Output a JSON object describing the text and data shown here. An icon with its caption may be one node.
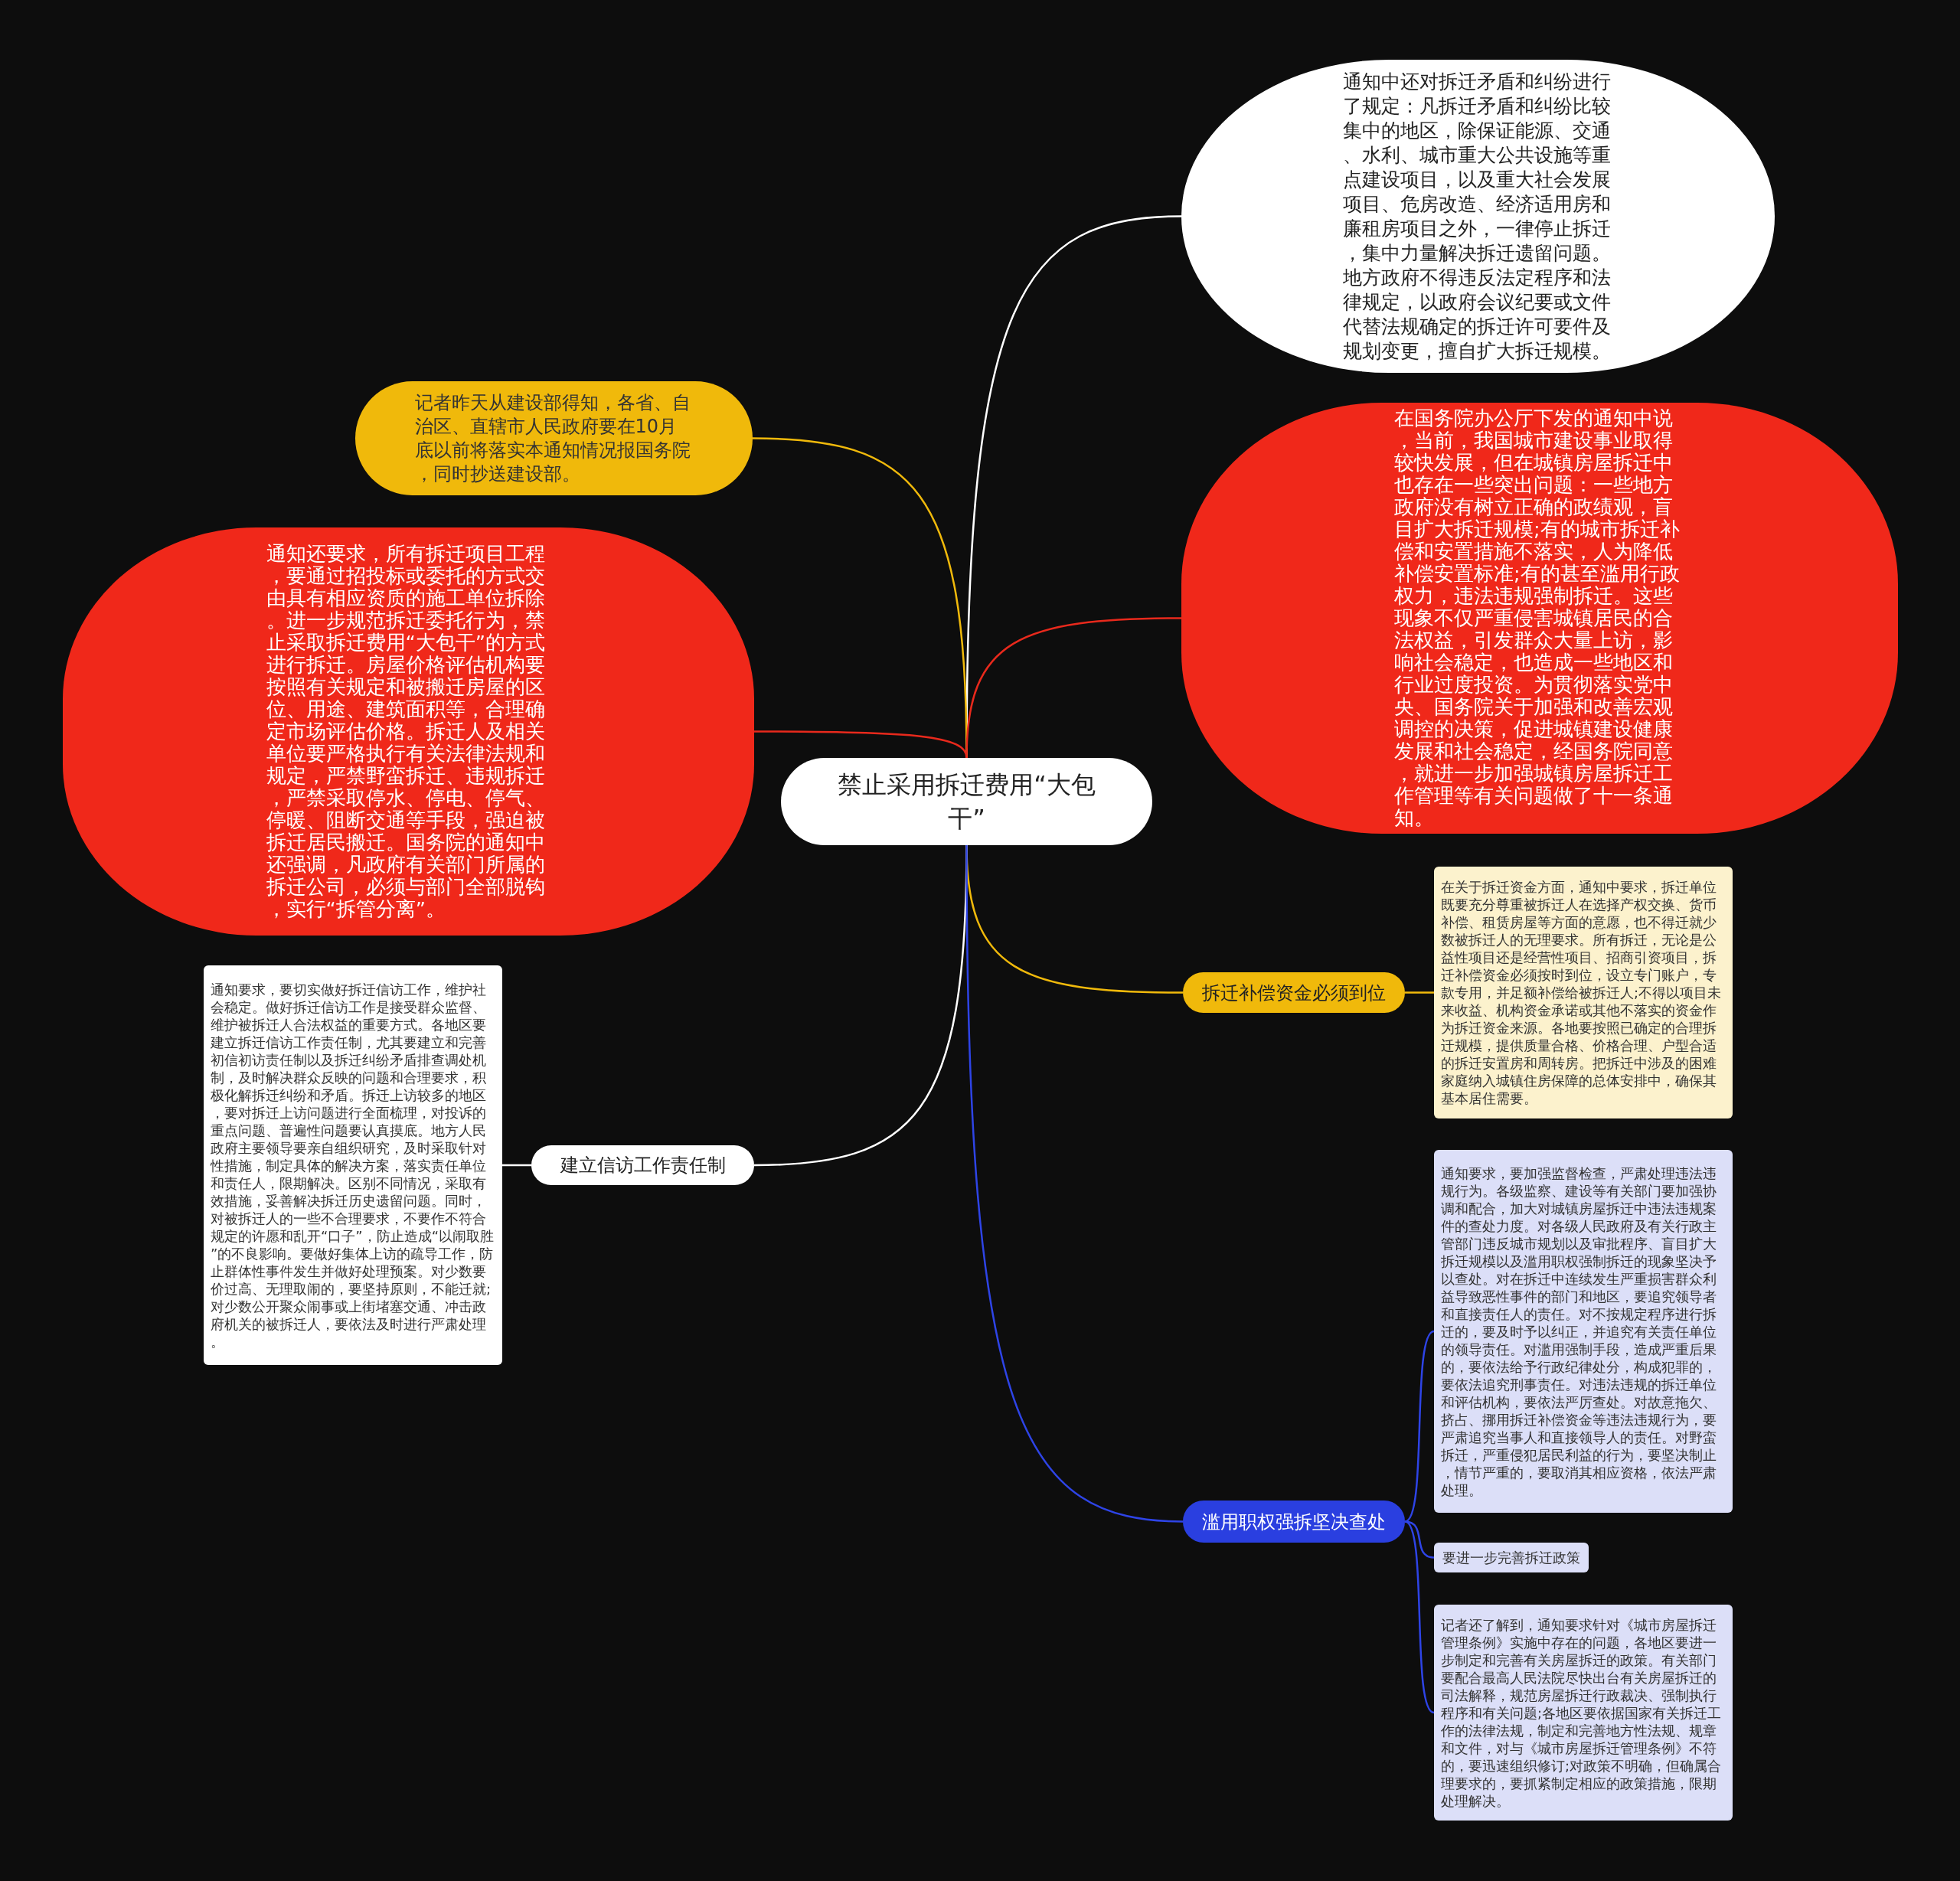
{
  "diagram": {
    "nodes": [
      {
        "text": [
          "禁止采用拆迁费用“大包干”"
        ]
      },
      {
        "text": [
          "通知中还对拆迁矛盾和纠纷进行了规定：凡拆迁矛盾和纠纷比较集中的地区，除保证能源、交通、水利、城市重大公共设施等重点建设项目，以及重大社会发展项目、危房改造、经济适用房和廉租房项目之外，一律停止拆迁，集中力量解决拆迁遗留问题。地方政府不得违反法定程序和法律规定，以政府会议纪要或文件代替法规确定的拆迁许可要件及规划变更，擅自扩大拆迁规模。"
        ]
      },
      {
        "text": [
          "记者昨天从建设部得知，各省、自治区、直辖市人民政府要在10月底以前将落实本通知情况报国务院，同时抄送建设部。"
        ]
      },
      {
        "text": [
          "在国务院办公厅下发的通知中说，当前，我国城市建设事业取得较快发展，但在城镇房屋拆迁中也存在一些突出问题：一些地方政府没有树立正确的政绩观，盲目扩大拆迁规模;有的城市拆迁补偿和安置措施不落实，人为降低补偿安置标准;有的甚至滥用行政权力，违法违规强制拆迁。这些现象不仅严重侵害城镇居民的合法权益，引发群众大量上访，影响社会稳定，也造成一些地区和行业过度投资。为贯彻落实党中央、国务院关于加强和改善宏观调控的决策，促进城镇建设健康发展和社会稳定，经国务院同意，就进一步加强城镇房屋拆迁工作管理等有关问题做了十一条通知。"
        ]
      },
      {
        "text": [
          "通知还要求，所有拆迁项目工程，要通过招投标或委托的方式交由具有相应资质的施工单位拆除。进一步规范拆迁委托行为，禁止采取拆迁费用“大包干”的方式进行拆迁。房屋价格评估机构要按照有关规定和被搬迁房屋的区位、用途、建筑面积等，合理确定市场评估价格。拆迁人及相关单位要严格执行有关法律法规和规定，严禁野蛮拆迁、违规拆迁，严禁采取停水、停电、停气、停暖、阻断交通等手段，强迫被拆迁居民搬迁。国务院的通知中还强调，凡政府有关部门所属的拆迁公司，必须与部门全部脱钩，实行“拆管分离”。"
        ]
      },
      {
        "text": [
          "拆迁补偿资金必须到位"
        ]
      },
      {
        "text": [
          "在关于拆迁资金方面，通知中要求，拆迁单位既要充分尊重被拆迁人在选择产权交换、货币补偿、租赁房屋等方面的意愿，也不得迁就少数被拆迁人的无理要求。所有拆迁，无论是公益性项目还是经营性项目、招商引资项目，拆迁补偿资金必须按时到位，设立专门账户，专款专用，并足额补偿给被拆迁人;不得以项目未来收益、机构资金承诺或其他不落实的资金作为拆迁资金来源。各地要按照已确定的合理拆迁规模，提供质量合格、价格合理、户型合适的拆迁安置房和周转房。把拆迁中涉及的困难家庭纳入城镇住房保障的总体安排中，确保其基本居住需要。"
        ]
      },
      {
        "text": [
          "建立信访工作责任制"
        ]
      },
      {
        "text": [
          "通知要求，要切实做好拆迁信访工作，维护社会稳定。做好拆迁信访工作是接受群众监督、维护被拆迁人合法权益的重要方式。各地区要建立拆迁信访工作责任制，尤其要建立和完善初信初访责任制以及拆迁纠纷矛盾排查调处机制，及时解决群众反映的问题和合理要求，积极化解拆迁纠纷和矛盾。拆迁上访较多的地区，要对拆迁上访问题进行全面梳理，对投诉的重点问题、普遍性问题要认真摸底。地方人民政府主要领导要亲自组织研究，及时采取针对性措施，制定具体的解决方案，落实责任单位和责任人，限期解决。区别不同情况，采取有效措施，妥善解决拆迁历史遗留问题。同时，对被拆迁人的一些不合理要求，不要作不符合规定的许愿和乱开“口子”，防止造成“以闹取胜”的不良影响。要做好集体上访的疏导工作，防止群体性事件发生并做好处理预案。对少数要价过高、无理取闹的，要坚持原则，不能迁就;对少数公开聚众闹事或上街堵塞交通、冲击政府机关的被拆迁人，要依法及时进行严肃处理。"
        ]
      },
      {
        "text": [
          "滥用职权强拆坚决查处"
        ]
      },
      {
        "text": [
          "通知要求，要加强监督检查，严肃处理违法违规行为。各级监察、建设等有关部门要加强协调和配合，加大对城镇房屋拆迁中违法违规案件的查处力度。对各级人民政府及有关行政主管部门违反城市规划以及审批程序、盲目扩大拆迁规模以及滥用职权强制拆迁的现象坚决予以查处。对在拆迁中连续发生严重损害群众利益导致恶性事件的部门和地区，要追究领导者和直接责任人的责任。对不按规定程序进行拆迁的，要及时予以纠正，并追究有关责任单位的领导责任。对滥用强制手段，造成严重后果的，要依法给予行政纪律处分，构成犯罪的，要依法追究刑事责任。对违法违规的拆迁单位和评估机构，要依法严厉查处。对故意拖欠、挤占、挪用拆迁补偿资金等违法违规行为，要严肃追究当事人和直接领导人的责任。对野蛮拆迁，严重侵犯居民利益的行为，要坚决制止，情节严重的，要取消其相应资格，依法严肃处理。"
        ]
      },
      {
        "text": [
          "要进一步完善拆迁政策"
        ]
      },
      {
        "text": [
          "记者还了解到，通知要求针对《城市房屋拆迁管理条例》实施中存在的问题，各地区要进一步制定和完善有关房屋拆迁的政策。有关部门要配合最高人民法院尽快出台有关房屋拆迁的司法解释，规范房屋拆迁行政裁决、强制执行程序和有关问题;各地区要依据国家有关拆迁工作的法律法规，制定和完善地方性法规、规章和文件，对与《城市房屋拆迁管理条例》不符的，要迅速组织修订;对政策不明确，但确属合理要求的，要抓紧制定相应的政策措施，限期处理解决。"
        ]
      }
    ],
    "edges": [
      {
        "from": 0,
        "to": 1,
        "arrow": "none",
        "color": "#ffffff"
      },
      {
        "from": 0,
        "to": 2,
        "arrow": "none",
        "color": "#f0b90b"
      },
      {
        "from": 0,
        "to": 3,
        "arrow": "none",
        "color": "#e8291c"
      },
      {
        "from": 0,
        "to": 4,
        "arrow": "none",
        "color": "#e8291c"
      },
      {
        "from": 0,
        "to": 5,
        "arrow": "none",
        "color": "#f0b90b"
      },
      {
        "from": 5,
        "to": 6,
        "arrow": "none",
        "color": "#f0b90b"
      },
      {
        "from": 0,
        "to": 7,
        "arrow": "none",
        "color": "#ffffff"
      },
      {
        "from": 7,
        "to": 8,
        "arrow": "none",
        "color": "#ffffff"
      },
      {
        "from": 0,
        "to": 9,
        "arrow": "none"
      },
      {
        "from": 9,
        "to": 10,
        "arrow": "none"
      },
      {
        "from": 9,
        "to": 11,
        "arrow": "none"
      },
      {
        "from": 9,
        "to": 12,
        "arrow": "none"
      }
    ]
  }
}
